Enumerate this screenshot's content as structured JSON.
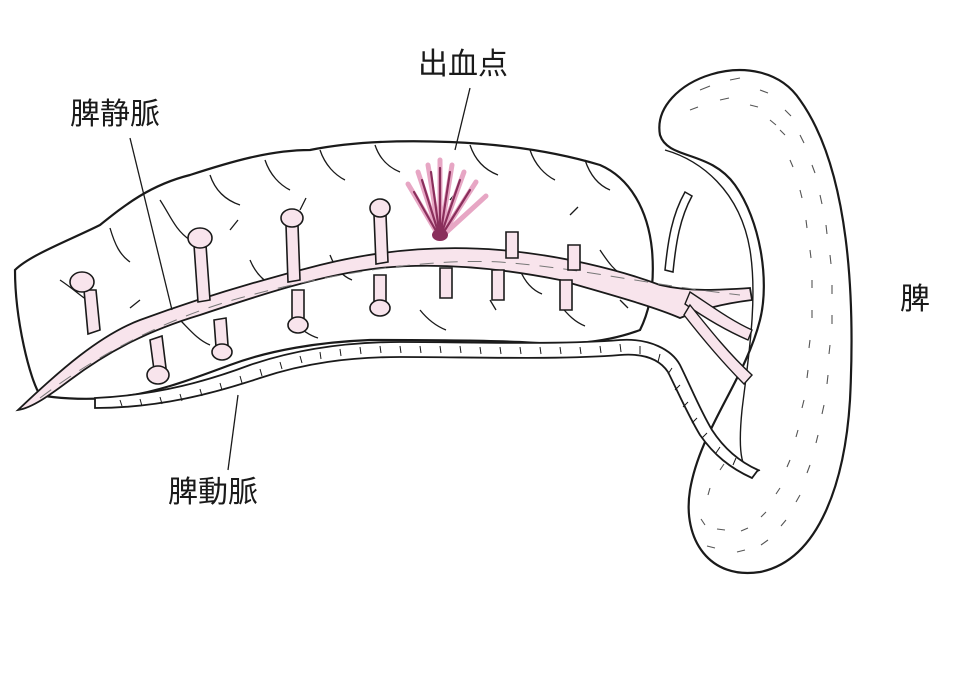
{
  "labels": {
    "bleeding_point": "出血点",
    "splenic_vein": "脾静脈",
    "splenic_artery": "脾動脈",
    "spleen": "脾"
  },
  "colors": {
    "outline": "#1a1a1a",
    "vein_fill": "#f8e4ec",
    "bleed": "#8a2f5c",
    "bleed_light": "#e7a6c4",
    "background": "#ffffff"
  }
}
